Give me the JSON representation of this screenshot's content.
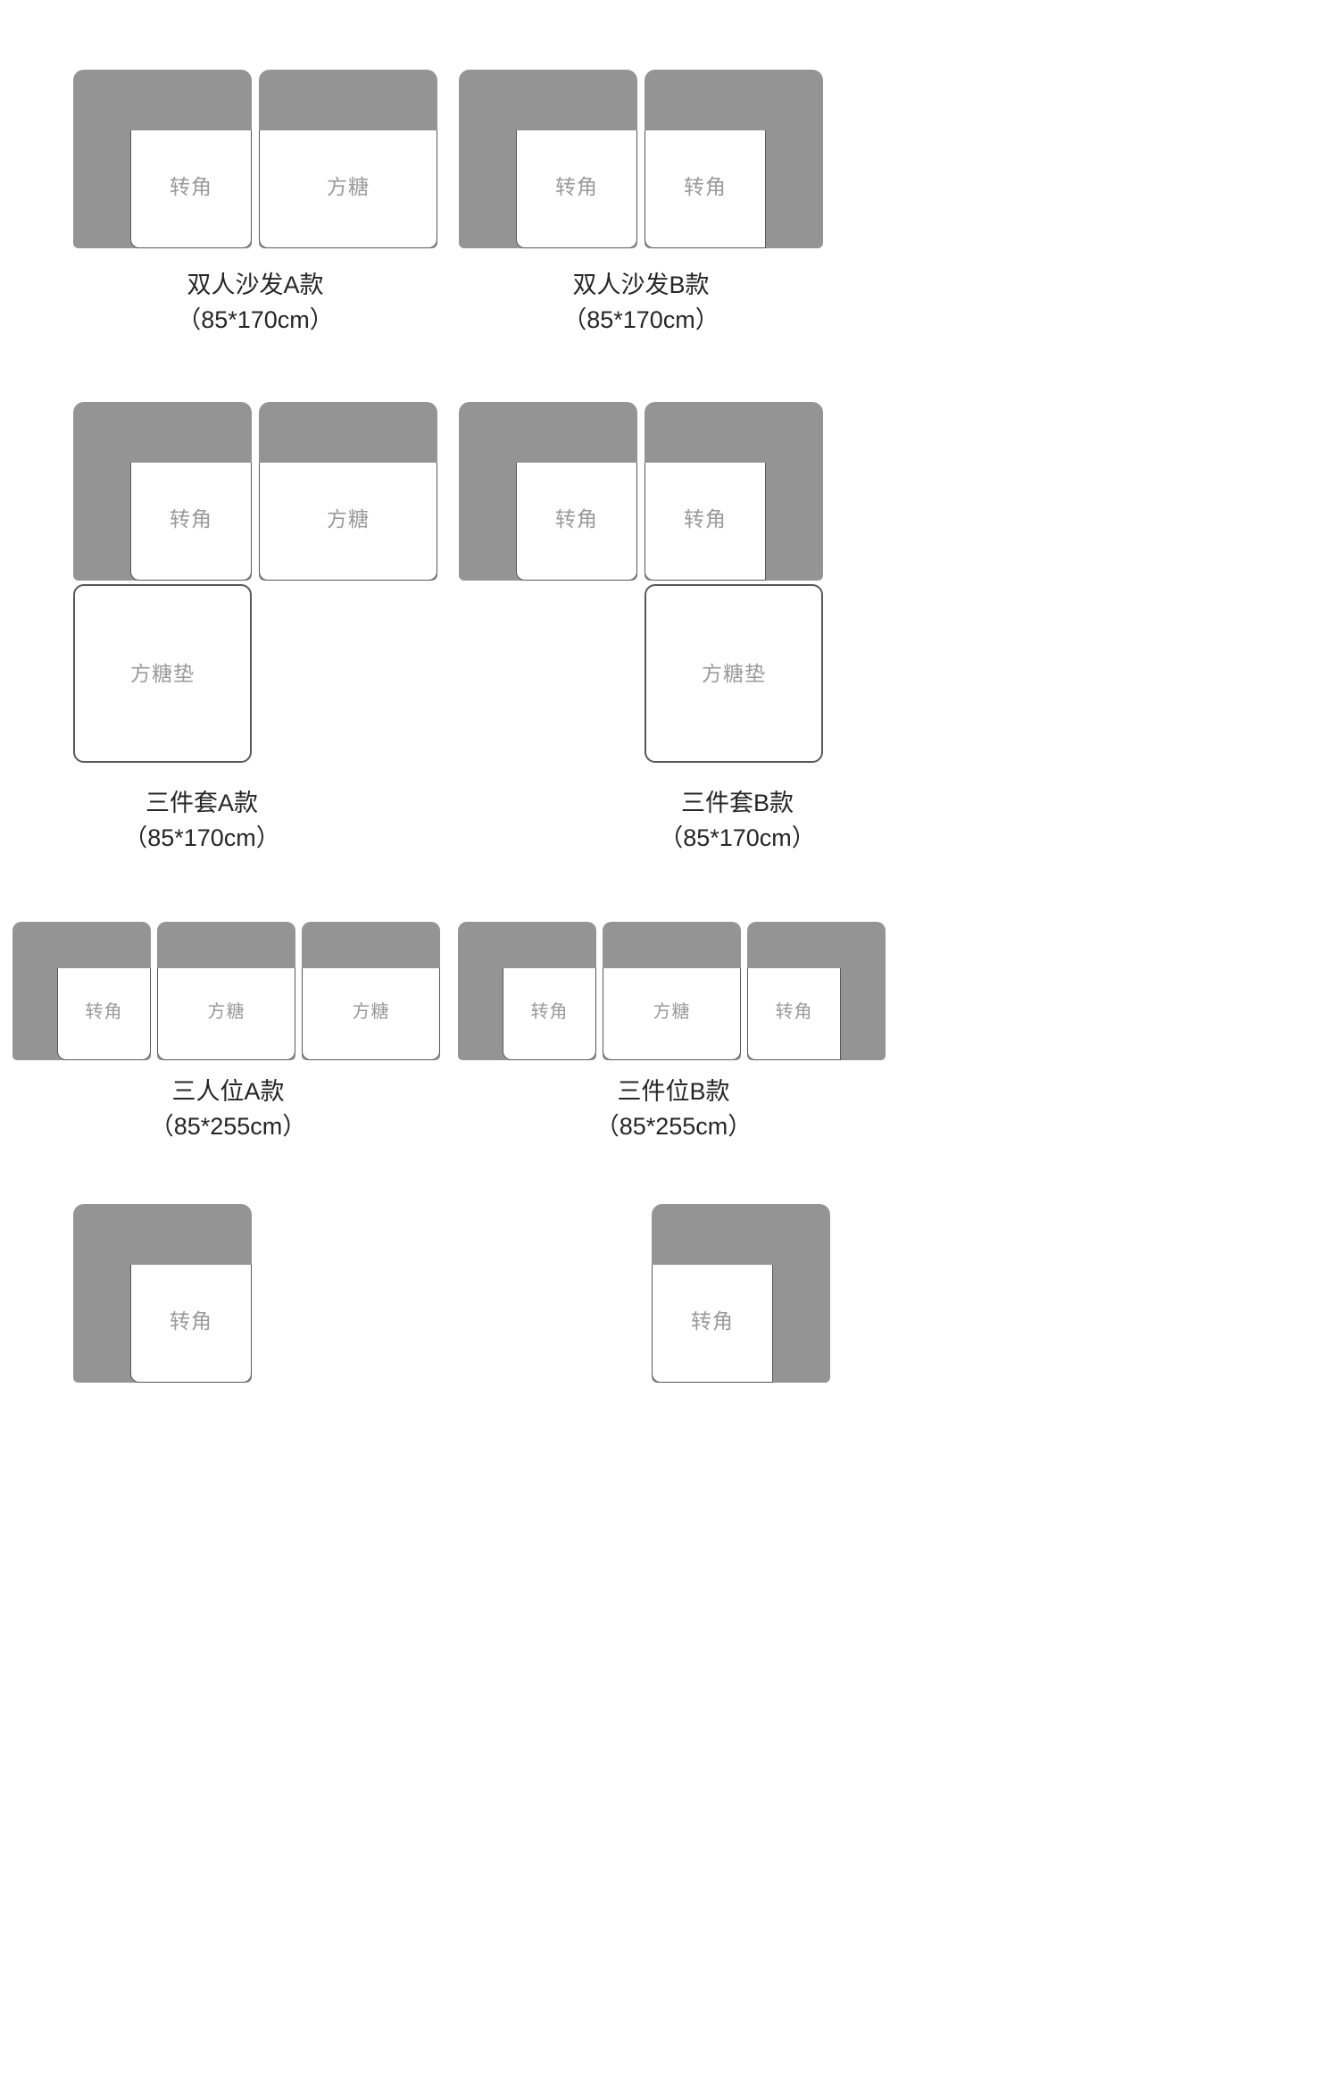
{
  "page": {
    "background": "#ffffff",
    "shell_color": "#949494",
    "seat_fill": "#ffffff",
    "outline_color": "#585858",
    "label_color": "#9a9a9a",
    "caption_color": "#262626"
  },
  "labels": {
    "corner": "转角",
    "cube": "方糖",
    "cushion": "方糖垫"
  },
  "modules": [
    {
      "id": "double-sofa-a",
      "name": "双人沙发A款",
      "dimension": "（85*170cm）",
      "units": [
        {
          "type": "corner-left",
          "label": "转角"
        },
        {
          "type": "cube",
          "label": "方糖"
        }
      ]
    },
    {
      "id": "double-sofa-b",
      "name": "双人沙发B款",
      "dimension": "（85*170cm）",
      "units": [
        {
          "type": "corner-left",
          "label": "转角"
        },
        {
          "type": "corner-right",
          "label": "转角"
        }
      ]
    },
    {
      "id": "three-piece-set-a",
      "name": "三件套A款",
      "dimension": "（85*170cm）",
      "units": [
        {
          "type": "corner-left",
          "label": "转角"
        },
        {
          "type": "cube",
          "label": "方糖"
        }
      ],
      "cushion": {
        "type": "cushion",
        "label": "方糖垫",
        "position": "left"
      }
    },
    {
      "id": "three-piece-set-b",
      "name": "三件套B款",
      "dimension": "（85*170cm）",
      "units": [
        {
          "type": "corner-left",
          "label": "转角"
        },
        {
          "type": "corner-right",
          "label": "转角"
        }
      ],
      "cushion": {
        "type": "cushion",
        "label": "方糖垫",
        "position": "right"
      }
    },
    {
      "id": "three-seater-a",
      "name": "三人位A款",
      "dimension": "（85*255cm）",
      "units": [
        {
          "type": "corner-left",
          "label": "转角"
        },
        {
          "type": "cube",
          "label": "方糖"
        },
        {
          "type": "cube",
          "label": "方糖"
        }
      ]
    },
    {
      "id": "three-seater-b",
      "name": "三件位B款",
      "dimension": "（85*255cm）",
      "units": [
        {
          "type": "corner-left",
          "label": "转角"
        },
        {
          "type": "cube",
          "label": "方糖"
        },
        {
          "type": "corner-right",
          "label": "转角"
        }
      ]
    },
    {
      "id": "bottom-left-partial",
      "name": "",
      "dimension": "",
      "units": [
        {
          "type": "corner-left",
          "label": "转角"
        }
      ]
    },
    {
      "id": "bottom-right-partial",
      "name": "",
      "dimension": "",
      "units": [
        {
          "type": "corner-right",
          "label": "转角"
        }
      ]
    }
  ]
}
